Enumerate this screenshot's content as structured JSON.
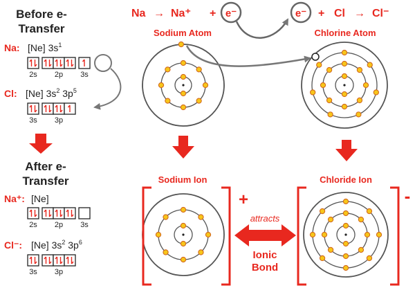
{
  "colors": {
    "red": "#e8281f",
    "dark": "#222222",
    "grey": "#555555",
    "electron_fill": "#f7c61a",
    "electron_stroke": "#d2691e",
    "arrow_grey": "#777777"
  },
  "left_panel": {
    "before_title_1": "Before e-",
    "before_title_2": "Transfer",
    "na_label": "Na:",
    "na_config_prefix": "[Ne] 3s",
    "na_config_sup": "1",
    "na_boxes": [
      {
        "group": "2s",
        "boxes": [
          "up-down"
        ]
      },
      {
        "group": "2p",
        "boxes": [
          "up-down",
          "up-down",
          "up-down"
        ]
      },
      {
        "group": "3s",
        "boxes": [
          "up"
        ]
      }
    ],
    "cl_label": "Cl:",
    "cl_config_prefix": "[Ne] 3s",
    "cl_config_sup1": "2",
    "cl_config_mid": " 3p",
    "cl_config_sup2": "5",
    "cl_boxes": [
      {
        "group": "3s",
        "boxes": [
          "up-down"
        ]
      },
      {
        "group": "3p",
        "boxes": [
          "up-down",
          "up-down",
          "up"
        ]
      }
    ],
    "after_title_1": "After e-",
    "after_title_2": "Transfer",
    "na_ion_label": "Na⁺:",
    "na_ion_config": "[Ne]",
    "na_ion_boxes": [
      {
        "group": "2s",
        "boxes": [
          "up-down"
        ]
      },
      {
        "group": "2p",
        "boxes": [
          "up-down",
          "up-down",
          "up-down"
        ]
      },
      {
        "group": "3s",
        "boxes": [
          "empty"
        ]
      }
    ],
    "cl_ion_label": "Cl⁻:",
    "cl_ion_config_prefix": "[Ne] 3s",
    "cl_ion_config_sup1": "2",
    "cl_ion_config_mid": " 3p",
    "cl_ion_config_sup2": "6",
    "cl_ion_boxes": [
      {
        "group": "3s",
        "boxes": [
          "up-down"
        ]
      },
      {
        "group": "3p",
        "boxes": [
          "up-down",
          "up-down",
          "up-down"
        ]
      }
    ]
  },
  "equation": {
    "na": "Na",
    "arrow": "→",
    "na_plus": "Na⁺",
    "plus": "+",
    "electron": "e⁻",
    "cl": "Cl",
    "cl_minus": "Cl⁻"
  },
  "atoms": {
    "sodium_atom": "Sodium Atom",
    "chlorine_atom": "Chlorine Atom",
    "sodium_ion": "Sodium Ion",
    "chloride_ion": "Chloride Ion",
    "plus_charge": "+",
    "minus_charge": "-",
    "attracts": "attracts",
    "ionic_1": "Ionic",
    "ionic_2": "Bond"
  }
}
